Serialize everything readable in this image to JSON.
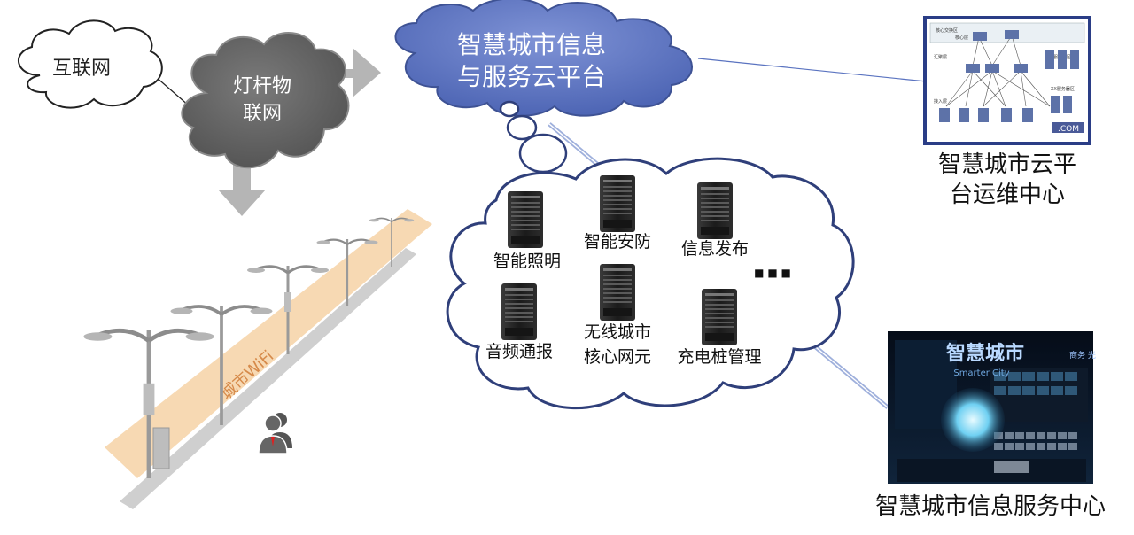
{
  "nodes": {
    "internet": "互联网",
    "pole_iot_line1": "灯杆物",
    "pole_iot_line2": "联网",
    "cloud_platform_line1": "智慧城市信息",
    "cloud_platform_line2": "与服务云平台",
    "ops_center_line1": "智慧城市云平",
    "ops_center_line2": "台运维中心",
    "info_service_center": "智慧城市信息服务中心",
    "city_wifi": "城市WiFi"
  },
  "services": [
    {
      "label": "智能照明"
    },
    {
      "label": "智能安防"
    },
    {
      "label": "信息发布"
    },
    {
      "label": "音频通报"
    },
    {
      "label_line1": "无线城市",
      "label_line2": "核心网元"
    },
    {
      "label": "充电桩管理"
    }
  ],
  "ellipsis": "■ ■ ■",
  "screen": {
    "title": "智慧城市",
    "subtitle": "Smarter City",
    "side_text": "商务 光"
  },
  "topology": {
    "zone_top": "核心交换区",
    "zone_core": "核心层",
    "zone_dist": "汇聚层",
    "zone_service1": "XX服务器区",
    "zone_service2": "XX服务器区",
    "zone_access": "接入层",
    "watermark": ".COM"
  },
  "colors": {
    "cloud_blue": "#5a73c0",
    "cloud_dark": "#666666",
    "service_outline": "#2f3f7a",
    "wifi_band": "#f6d2a6",
    "link_blue": "#9fb0dc"
  }
}
